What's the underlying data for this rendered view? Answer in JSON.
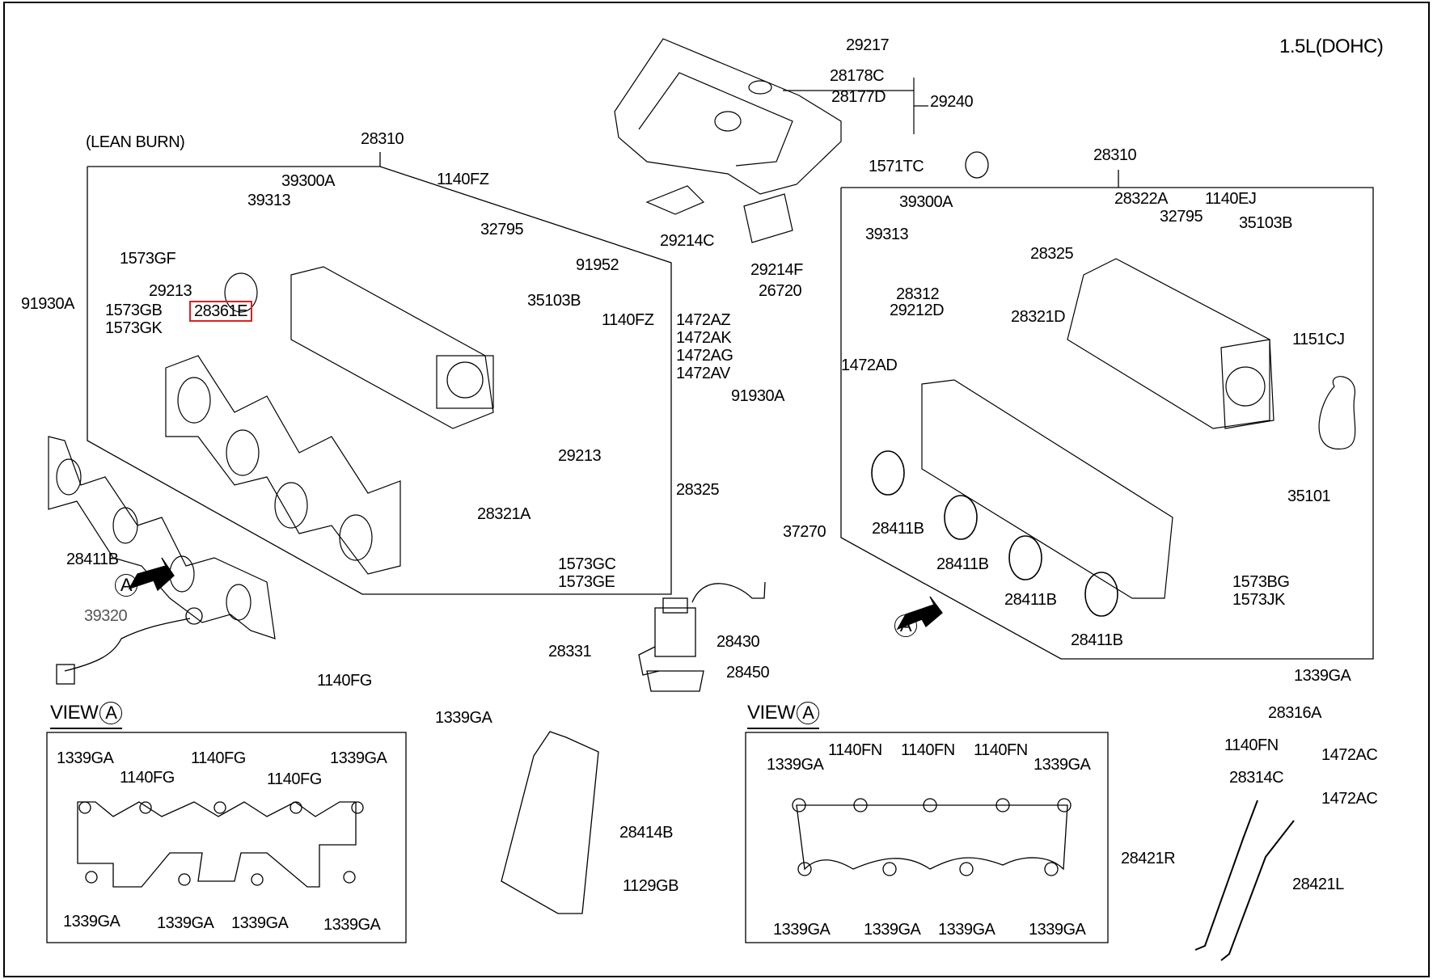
{
  "diagram": {
    "title": "1.5L(DOHC)",
    "variant_label": "(LEAN BURN)",
    "highlighted_part": "28361E",
    "highlight_color": "#e02020",
    "view_label": "VIEW",
    "view_marker": "A"
  },
  "left_assembly": {
    "main": "28310",
    "parts": [
      "39300A",
      "39313",
      "1140FZ",
      "32795",
      "1573GF",
      "91952",
      "29213",
      "35103B",
      "28361E",
      "1573GB",
      "1573GK",
      "1140FZ",
      "29213",
      "28321A",
      "1573GC",
      "1573GE",
      "91930A",
      "28411B",
      "39320",
      "1140FG",
      "1339GA",
      "28325"
    ]
  },
  "top_cover": {
    "parts": [
      "29217",
      "28178C",
      "28177D",
      "29240",
      "29214C",
      "29214F",
      "26720",
      "1571TC"
    ]
  },
  "middle": {
    "parts": [
      "1472AZ",
      "1472AK",
      "1472AG",
      "1472AV",
      "91930A",
      "37270",
      "28331",
      "28430",
      "28450",
      "28414B",
      "1129GB"
    ]
  },
  "right_assembly": {
    "main": "28310",
    "parts": [
      "28322A",
      "1140EJ",
      "32795",
      "35103B",
      "39300A",
      "39313",
      "28325",
      "28312",
      "29212D",
      "28321D",
      "1472AD",
      "1151CJ",
      "35101",
      "28411B",
      "28411B",
      "28411B",
      "28411B",
      "1573BG",
      "1573JK",
      "1339GA",
      "28316A",
      "1140FN",
      "1472AC",
      "28314C",
      "1472AC",
      "28421R",
      "28421L"
    ]
  },
  "view_a_left": {
    "top": [
      "1339GA",
      "1140FG",
      "1140FG",
      "1140FG",
      "1339GA"
    ],
    "bottom": [
      "1339GA",
      "1339GA",
      "1339GA",
      "1339GA"
    ]
  },
  "view_a_right": {
    "top": [
      "1339GA",
      "1140FN",
      "1140FN",
      "1140FN",
      "1339GA"
    ],
    "bottom": [
      "1339GA",
      "1339GA",
      "1339GA",
      "1339GA"
    ]
  }
}
